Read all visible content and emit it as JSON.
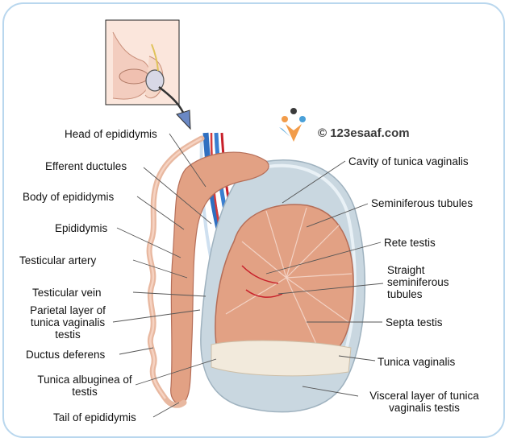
{
  "watermark": {
    "text": "© 123esaaf.com"
  },
  "colors": {
    "border": "#b9d7ee",
    "tissue": "#e2a184",
    "tubules": "#d98f80",
    "vein": "#2f6fc0",
    "artery": "#c8202a",
    "tunica": "#c9d7e0"
  },
  "labels_left": {
    "head": "Head of epididymis",
    "efferent": "Efferent ductules",
    "body": "Body of epididymis",
    "epididymis": "Epididymis",
    "artery": "Testicular artery",
    "vein": "Testicular vein",
    "parietal": "Parietal layer of tunica vaginalis testis",
    "ductus": "Ductus deferens",
    "albuginea": "Tunica albuginea of testis",
    "tail": "Tail of epididymis"
  },
  "labels_right": {
    "cavity": "Cavity of tunica vaginalis",
    "seminiferous": "Seminiferous tubules",
    "rete": "Rete testis",
    "straight": "Straight seminiferous tubules",
    "septa": "Septa testis",
    "vaginalis": "Tunica vaginalis",
    "visceral": "Visceral layer of tunica vaginalis testis"
  }
}
